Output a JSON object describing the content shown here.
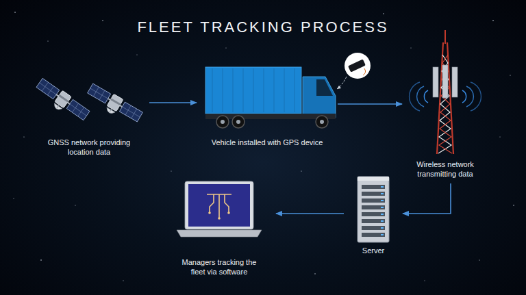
{
  "diagram": {
    "title": "FLEET TRACKING PROCESS",
    "nodes": [
      {
        "text": [
          "GNSS network providing location data"
        ]
      },
      {
        "text": [
          "Vehicle installed with GPS device"
        ]
      },
      {
        "text": [
          "Wireless network transmitting data"
        ]
      },
      {
        "text": [
          "Server"
        ]
      },
      {
        "text": [
          "Managers tracking the fleet via software"
        ]
      }
    ],
    "edges": [
      {
        "from": 0,
        "to": 1,
        "arrow": "to"
      },
      {
        "from": 1,
        "to": 2,
        "arrow": "to"
      },
      {
        "from": 2,
        "to": 3,
        "arrow": "to"
      },
      {
        "from": 3,
        "to": 4,
        "arrow": "to"
      }
    ]
  }
}
